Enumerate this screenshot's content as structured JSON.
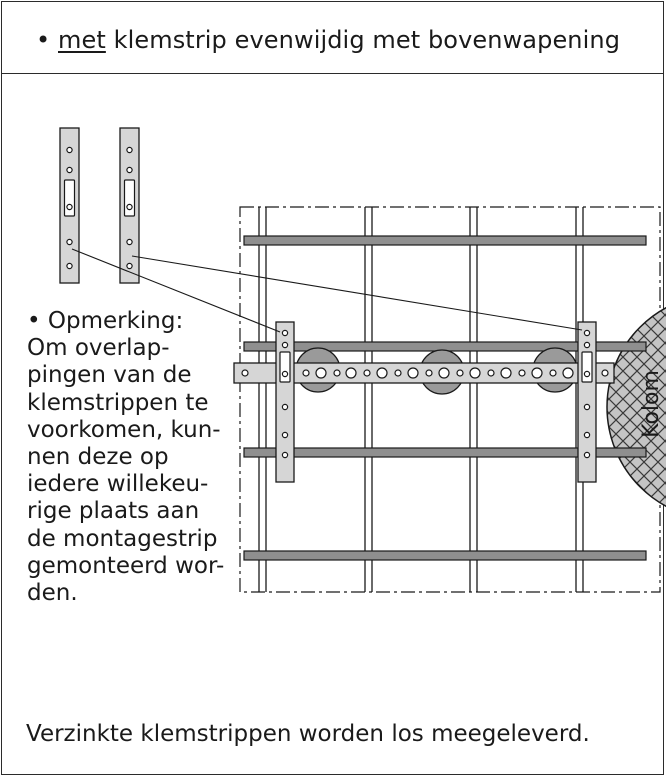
{
  "header": {
    "bullet": "•",
    "emphasis": "met",
    "rest": "klemstrip evenwijdig met bovenwapening"
  },
  "note": {
    "lines": [
      "• Opmerking:",
      "Om overlap-",
      "pingen van de",
      "klemstrippen te",
      "voorkomen, kun-",
      "nen deze op",
      "iedere willekeu-",
      "rige plaats aan",
      "de montagestrip",
      "gemonteerd wor-",
      "den."
    ]
  },
  "diagram": {
    "column_label": "Kolom"
  },
  "footer": {
    "text": "Verzinkte klemstrippen worden los meegeleverd."
  },
  "colors": {
    "line": "#1a1a1a",
    "bar_fill": "#8f8f8f",
    "strip_fill": "#d6d6d6",
    "circle_fill": "#9a9a9a",
    "hatch_bg": "#c4c4c4"
  }
}
